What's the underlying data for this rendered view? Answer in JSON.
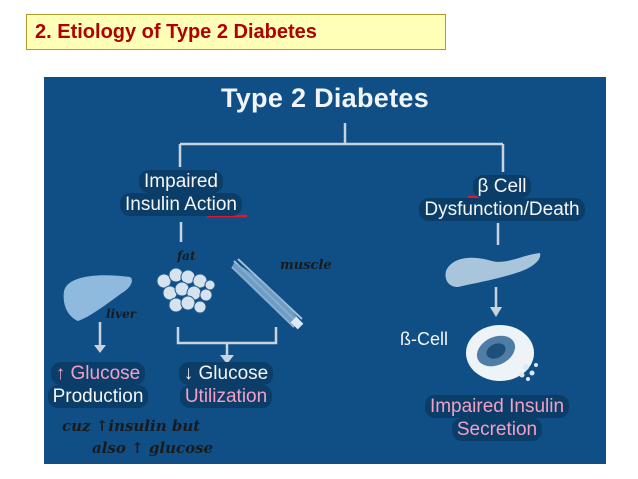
{
  "slide_title": "2. Etiology of Type 2 Diabetes",
  "diagram": {
    "title": "Type 2 Diabetes",
    "left_branch": {
      "line1": "Impaired",
      "line2": "Insulin Action"
    },
    "right_branch": {
      "line1": "β Cell",
      "line2": "Dysfunction/Death"
    },
    "beta_cell_label": "ß-Cell",
    "outcome_left": {
      "arrow": "↑",
      "line1": "Glucose",
      "line2": "Production"
    },
    "outcome_mid": {
      "arrow": "↓",
      "line1": "Glucose",
      "line2": "Utilization"
    },
    "outcome_right": {
      "line1": "Impaired Insulin",
      "line2": "Secretion"
    }
  },
  "annotations": {
    "fat": "fat",
    "muscle": "muscle",
    "liver": "liver",
    "note_line1": "cuz ↑insulin but",
    "note_line2": "also ↑ glucose"
  },
  "colors": {
    "slide_title_text": "#b00000",
    "slide_title_bg": "#ffffb8",
    "diagram_bg": "#0f4f86",
    "pink_text": "#f3a0c4",
    "underline_red": "#e0182d"
  },
  "icons": [
    "liver-icon",
    "fat-cells-icon",
    "muscle-icon",
    "pancreas-icon",
    "beta-cell-icon"
  ]
}
